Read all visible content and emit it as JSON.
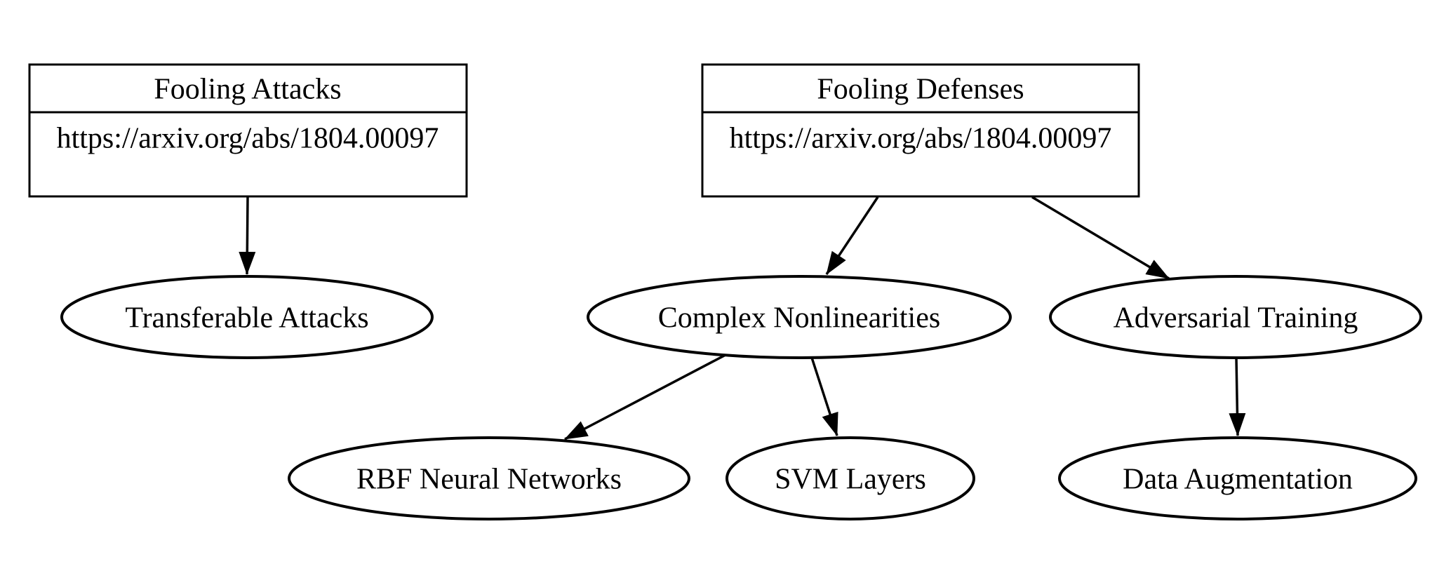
{
  "diagram": {
    "background_color": "#ffffff",
    "stroke_color": "#000000",
    "text_color": "#000000",
    "nodes": {
      "fooling_attacks": {
        "type": "record",
        "title": "Fooling Attacks",
        "url": "https://arxiv.org/abs/1804.00097"
      },
      "fooling_defenses": {
        "type": "record",
        "title": "Fooling Defenses",
        "url": "https://arxiv.org/abs/1804.00097"
      },
      "transferable_attacks": {
        "type": "ellipse",
        "label": "Transferable Attacks"
      },
      "complex_nonlinearities": {
        "type": "ellipse",
        "label": "Complex Nonlinearities"
      },
      "adversarial_training": {
        "type": "ellipse",
        "label": "Adversarial Training"
      },
      "rbf_neural_networks": {
        "type": "ellipse",
        "label": "RBF Neural Networks"
      },
      "svm_layers": {
        "type": "ellipse",
        "label": "SVM Layers"
      },
      "data_augmentation": {
        "type": "ellipse",
        "label": "Data Augmentation"
      }
    },
    "edges": [
      {
        "from": "Fooling Attacks",
        "to": "Transferable Attacks"
      },
      {
        "from": "Fooling Defenses",
        "to": "Complex Nonlinearities"
      },
      {
        "from": "Fooling Defenses",
        "to": "Adversarial Training"
      },
      {
        "from": "Complex Nonlinearities",
        "to": "RBF Neural Networks"
      },
      {
        "from": "Complex Nonlinearities",
        "to": "SVM Layers"
      },
      {
        "from": "Adversarial Training",
        "to": "Data Augmentation"
      }
    ]
  }
}
